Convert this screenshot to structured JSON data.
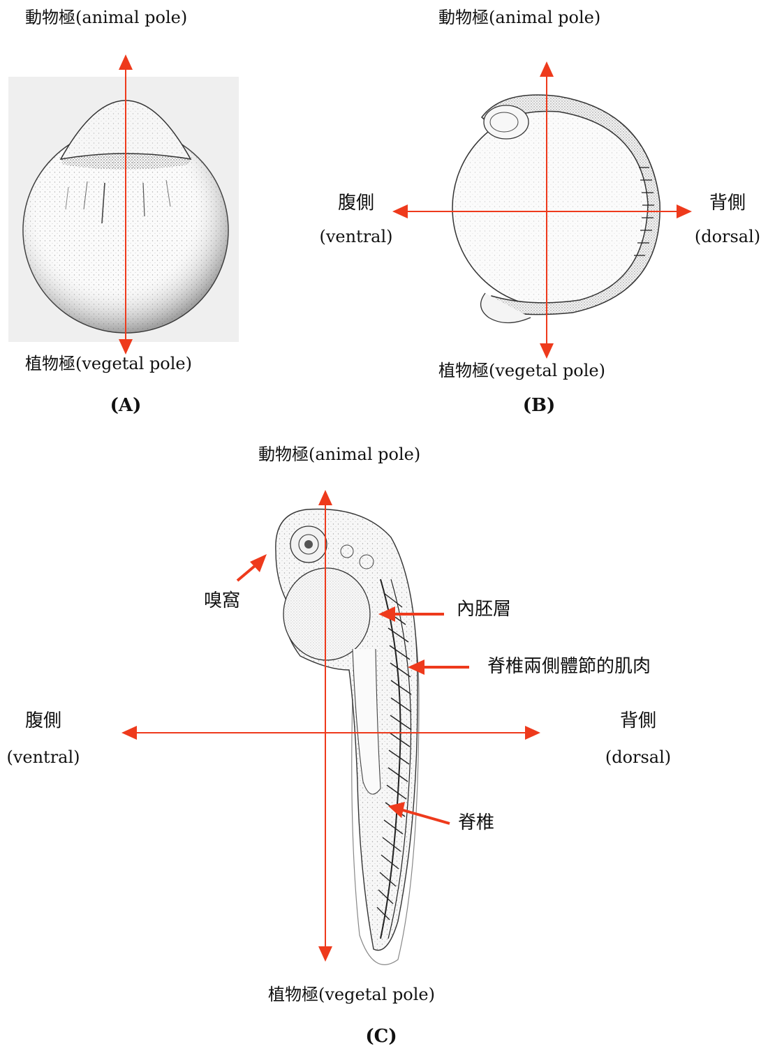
{
  "panels": {
    "a": {
      "top_label": "動物極(animal pole)",
      "bottom_label": "植物極(vegetal pole)",
      "caption": "(A)"
    },
    "b": {
      "top_label": "動物極(animal pole)",
      "bottom_label": "植物極(vegetal pole)",
      "left_label_zh": "腹側",
      "left_label_en": "(ventral)",
      "right_label_zh": "背側",
      "right_label_en": "(dorsal)",
      "caption": "(B)"
    },
    "c": {
      "top_label": "動物極(animal pole)",
      "bottom_label": "植物極(vegetal pole)",
      "left_label_zh": "腹側",
      "left_label_en": "(ventral)",
      "right_label_zh": "背側",
      "right_label_en": "(dorsal)",
      "annotations": {
        "olfactory_pit": "嗅窩",
        "endoderm": "內胚層",
        "somite_muscle": "脊椎兩側體節的肌肉",
        "notochord": "脊椎"
      },
      "caption": "(C)"
    }
  },
  "colors": {
    "arrow": "#ee3a1c",
    "ink": "#222222"
  }
}
